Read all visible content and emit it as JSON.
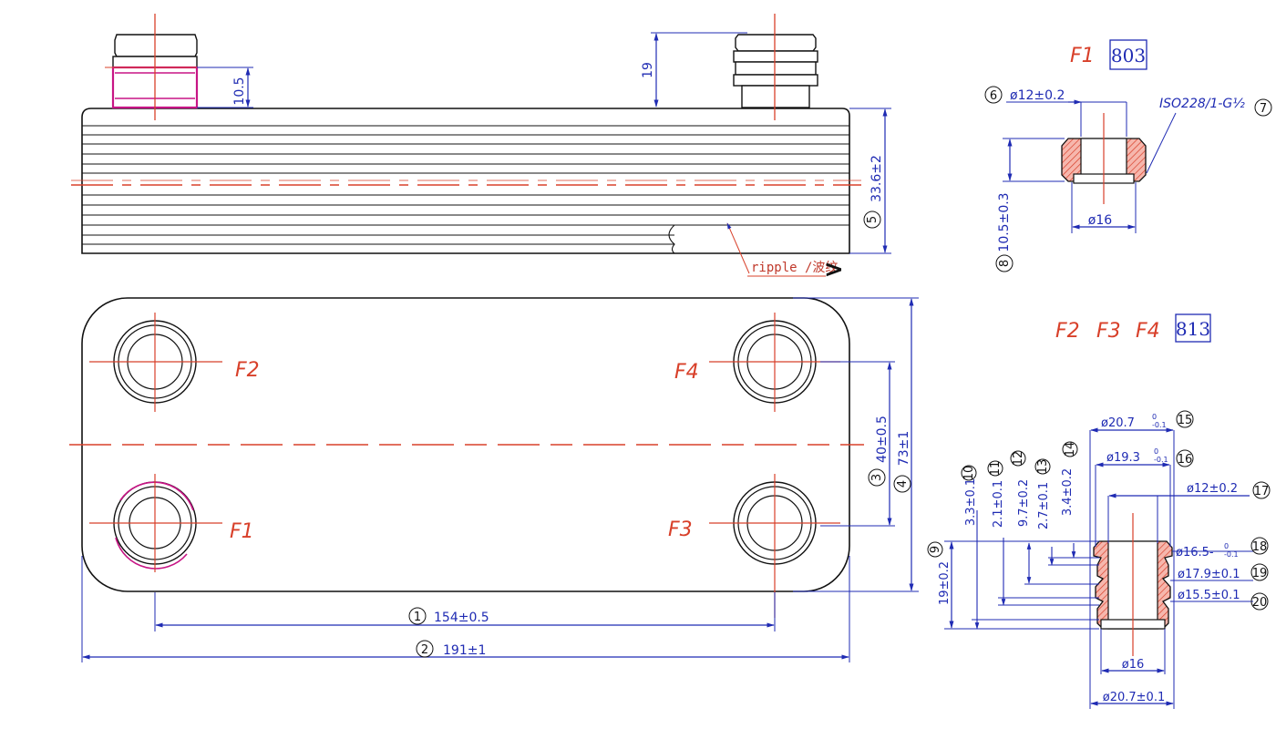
{
  "top_view": {
    "dim_thread_height": "10.5",
    "dim_port_height": "19",
    "dim_height_num": "5",
    "dim_height": "33.6±2",
    "ripple_label": "ripple /波纹",
    "ripple_mark": ">"
  },
  "front_view": {
    "port_labels": {
      "f1": "F1",
      "f2": "F2",
      "f3": "F3",
      "f4": "F4"
    },
    "dim_port_spacing_num": "3",
    "dim_port_spacing": "40±0.5",
    "dim_width_num": "4",
    "dim_width": "73±1",
    "dim_port_pitch_num": "1",
    "dim_port_pitch": "154±0.5",
    "dim_length_num": "2",
    "dim_length": "191±1"
  },
  "fitting_f1": {
    "label": "F1",
    "code": "803",
    "callout6_num": "6",
    "callout6": "ø12±0.2",
    "iso_label": "ISO228/1-G½",
    "callout7_num": "7",
    "height_num": "8",
    "height": "10.5±0.3",
    "bottom_dia": "ø16"
  },
  "fitting_f234": {
    "labels": [
      "F2",
      "F3",
      "F4"
    ],
    "code": "813",
    "top": [
      {
        "num": "15",
        "text": "ø20.7"
      },
      {
        "num": "16",
        "text": "ø19.3"
      },
      {
        "num": "17",
        "text": "ø12±0.2"
      }
    ],
    "tol_upper": "0",
    "tol_lower": "-0.1",
    "right": [
      {
        "num": "18",
        "text": "ø16.5-"
      },
      {
        "num": "19",
        "text": "ø17.9±0.1"
      },
      {
        "num": "20",
        "text": "ø15.5±0.1"
      }
    ],
    "left": [
      {
        "num": "9",
        "text": "19±0.2"
      },
      {
        "num": "10",
        "text": "3.3±0.1"
      },
      {
        "num": "11",
        "text": "2.1±0.1"
      },
      {
        "num": "12",
        "text": "9.7±0.2"
      },
      {
        "num": "13",
        "text": "2.7±0.1"
      },
      {
        "num": "14",
        "text": "3.4±0.2"
      }
    ],
    "bottom_dia": "ø16",
    "bottom_outer": "ø20.7±0.1"
  }
}
